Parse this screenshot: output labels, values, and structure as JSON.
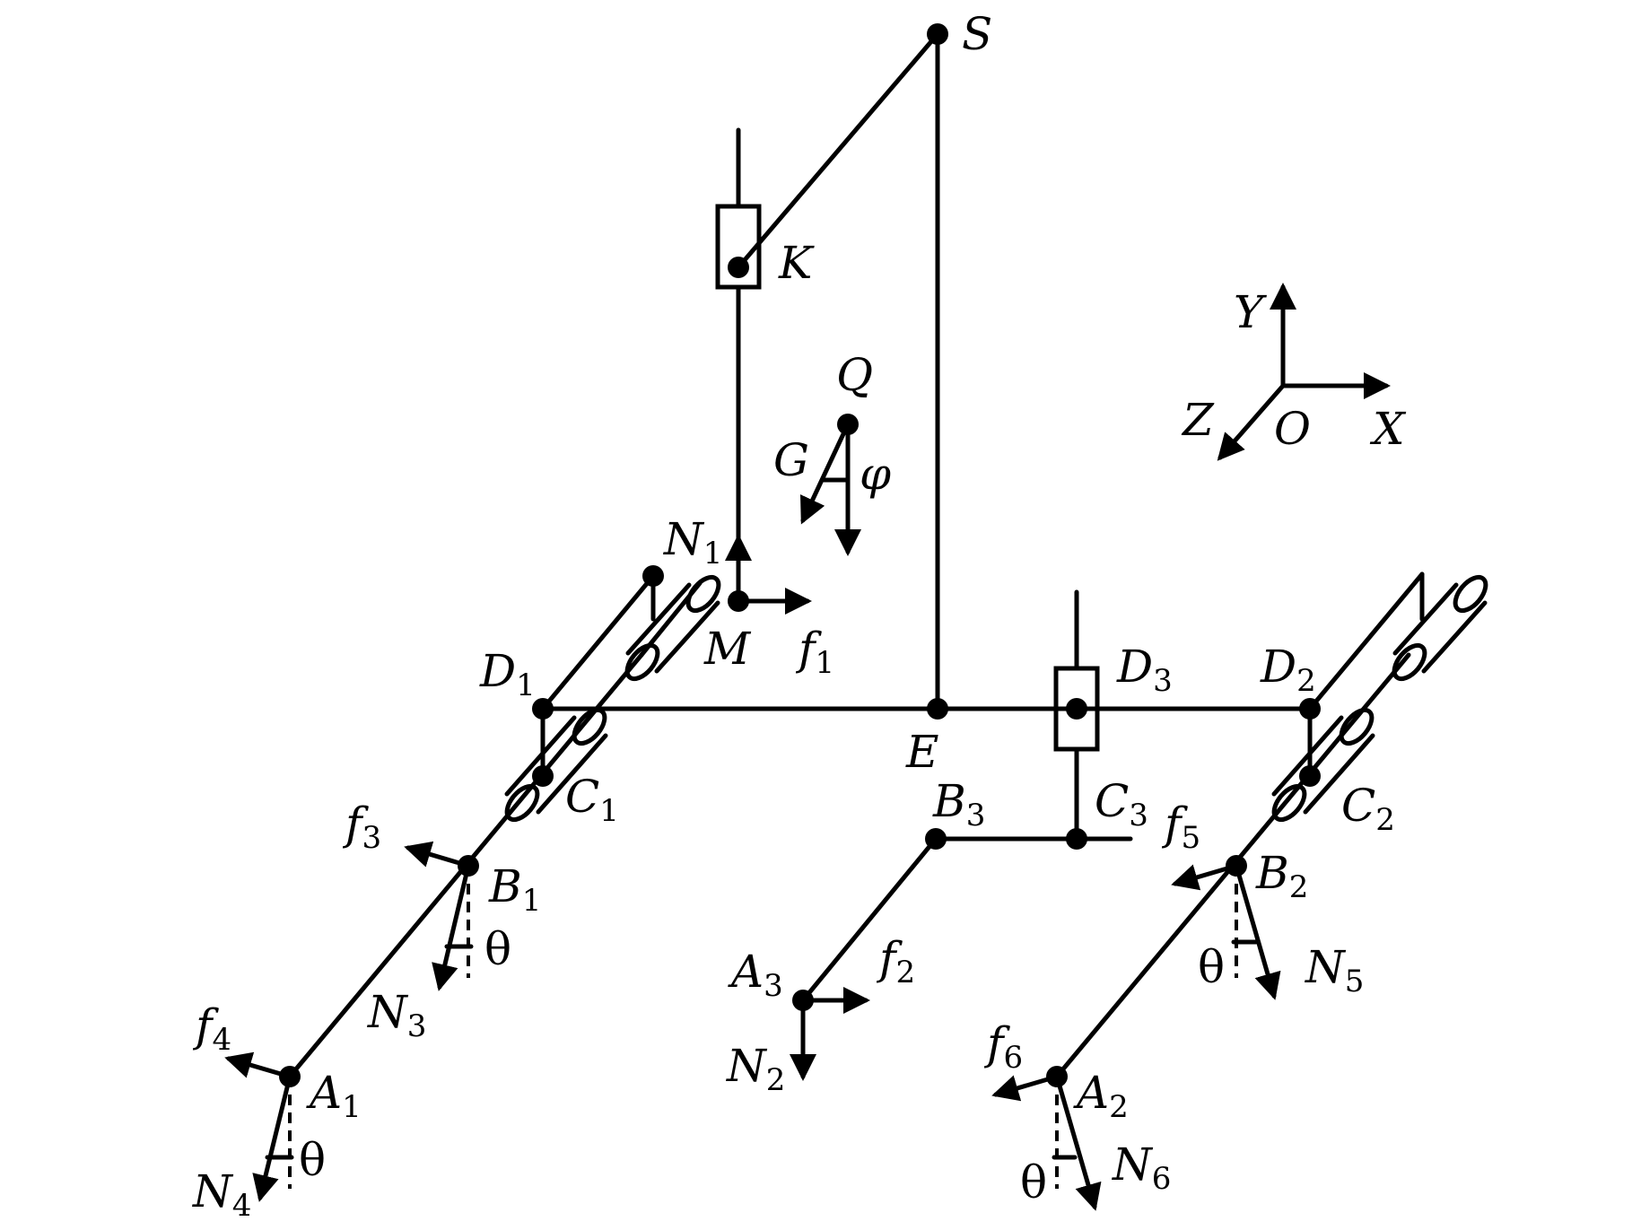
{
  "diagram": {
    "points": {
      "S": "S",
      "K": "K",
      "Q": "Q",
      "G": "G",
      "phi": "φ",
      "M": "M",
      "E": "E",
      "D1": {
        "base": "D",
        "sub": "1"
      },
      "D2": {
        "base": "D",
        "sub": "2"
      },
      "D3": {
        "base": "D",
        "sub": "3"
      },
      "C1": {
        "base": "C",
        "sub": "1"
      },
      "C2": {
        "base": "C",
        "sub": "2"
      },
      "C3": {
        "base": "C",
        "sub": "3"
      },
      "B1": {
        "base": "B",
        "sub": "1"
      },
      "B2": {
        "base": "B",
        "sub": "2"
      },
      "B3": {
        "base": "B",
        "sub": "3"
      },
      "A1": {
        "base": "A",
        "sub": "1"
      },
      "A2": {
        "base": "A",
        "sub": "2"
      },
      "A3": {
        "base": "A",
        "sub": "3"
      }
    },
    "forces": {
      "N1": {
        "base": "N",
        "sub": "1"
      },
      "N2": {
        "base": "N",
        "sub": "2"
      },
      "N3": {
        "base": "N",
        "sub": "3"
      },
      "N4": {
        "base": "N",
        "sub": "4"
      },
      "N5": {
        "base": "N",
        "sub": "5"
      },
      "N6": {
        "base": "N",
        "sub": "6"
      },
      "f1": {
        "base": "f",
        "sub": "1"
      },
      "f2": {
        "base": "f",
        "sub": "2"
      },
      "f3": {
        "base": "f",
        "sub": "3"
      },
      "f4": {
        "base": "f",
        "sub": "4"
      },
      "f5": {
        "base": "f",
        "sub": "5"
      },
      "f6": {
        "base": "f",
        "sub": "6"
      }
    },
    "angle_label": "θ",
    "axes": {
      "x": "X",
      "y": "Y",
      "z": "Z",
      "origin": "O"
    }
  }
}
